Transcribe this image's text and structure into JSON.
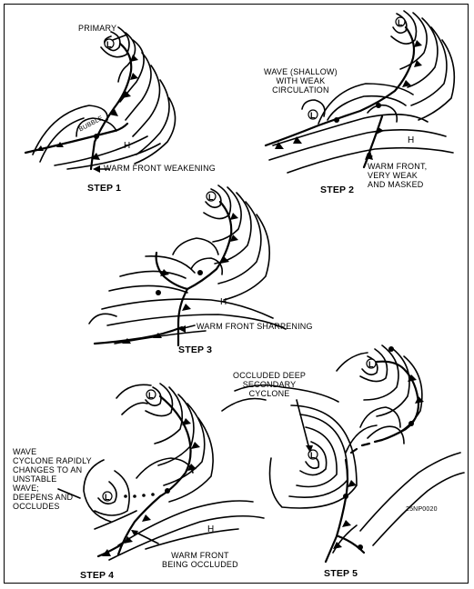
{
  "steps": [
    {
      "label": "STEP 1",
      "annotations": [
        "PRIMARY",
        "BUBBLE",
        "WARM FRONT WEAKENING"
      ],
      "pressure": [
        "L",
        "H"
      ]
    },
    {
      "label": "STEP 2",
      "annotations": [
        "WAVE (SHALLOW)\nWITH WEAK\nCIRCULATION",
        "WARM FRONT,\nVERY WEAK\nAND MASKED"
      ],
      "pressure": [
        "L",
        "L",
        "H"
      ]
    },
    {
      "label": "STEP 3",
      "annotations": [
        "WARM FRONT SHARPENING"
      ],
      "pressure": [
        "L",
        "H"
      ]
    },
    {
      "label": "STEP 4",
      "annotations": [
        "WAVE\nCYCLONE RAPIDLY\nCHANGES TO AN\nUNSTABLE\nWAVE;\nDEEPENS AND\nOCCLUDES",
        "WARM FRONT\nBEING OCCLUDED"
      ],
      "pressure": [
        "L",
        "L",
        "H"
      ]
    },
    {
      "label": "STEP 5",
      "annotations": [
        "OCCLUDED DEEP\nSECONDARY\nCYCLONE"
      ],
      "pressure": [
        "L",
        "L"
      ]
    }
  ],
  "figure_code": "25NP0020"
}
